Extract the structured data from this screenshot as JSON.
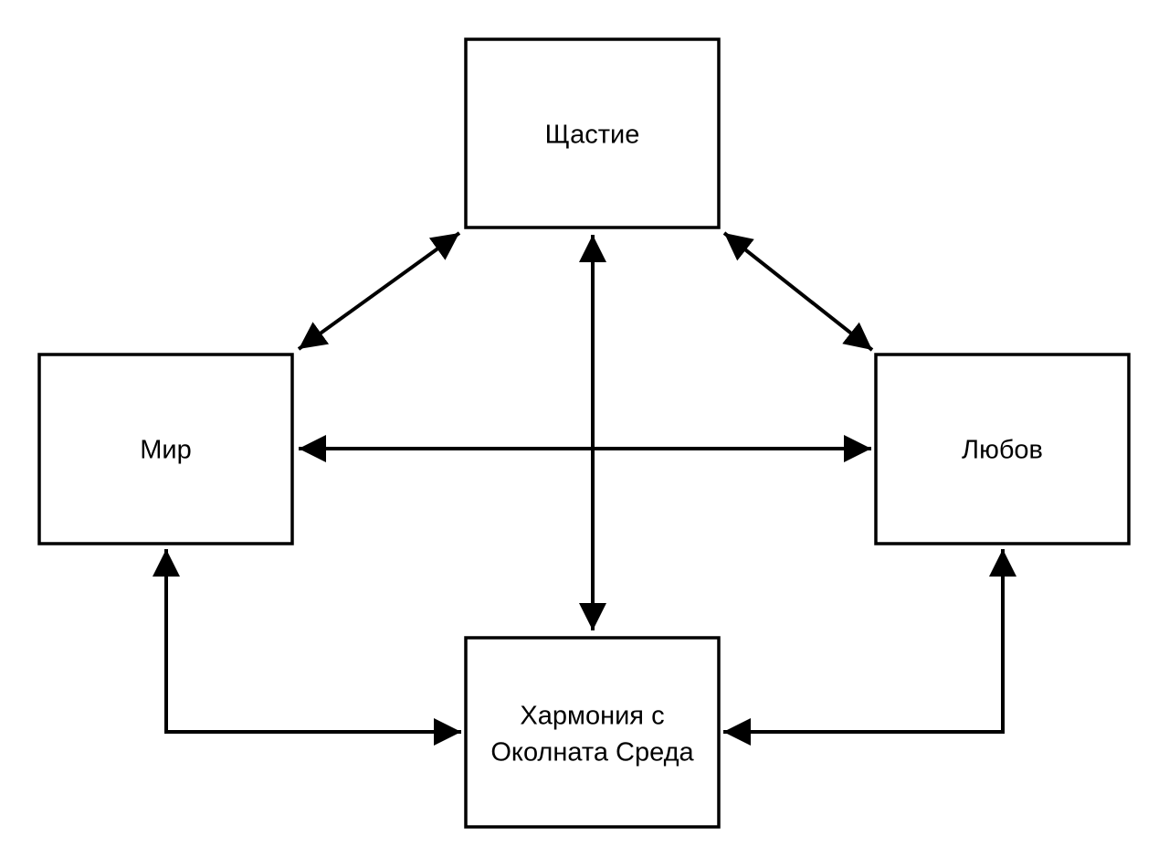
{
  "nodes": {
    "top": {
      "label": "Щастие"
    },
    "left": {
      "label": "Мир"
    },
    "right": {
      "label": "Любов"
    },
    "bottom": {
      "label_line1": "Хармония с",
      "label_line2": "Околната Среда"
    }
  },
  "edges": [
    {
      "from": "Щастие",
      "to": "Мир",
      "direction": "bidirectional"
    },
    {
      "from": "Щастие",
      "to": "Любов",
      "direction": "bidirectional"
    },
    {
      "from": "Щастие",
      "to": "Хармония с Околната Среда",
      "direction": "bidirectional"
    },
    {
      "from": "Мир",
      "to": "Любов",
      "direction": "bidirectional"
    },
    {
      "from": "Мир",
      "to": "Хармония с Околната Среда",
      "direction": "bidirectional"
    },
    {
      "from": "Любов",
      "to": "Хармония с Околната Среда",
      "direction": "bidirectional"
    }
  ],
  "colors": {
    "line": "#000000",
    "box_fill": "#ffffff",
    "background": "#ffffff"
  }
}
